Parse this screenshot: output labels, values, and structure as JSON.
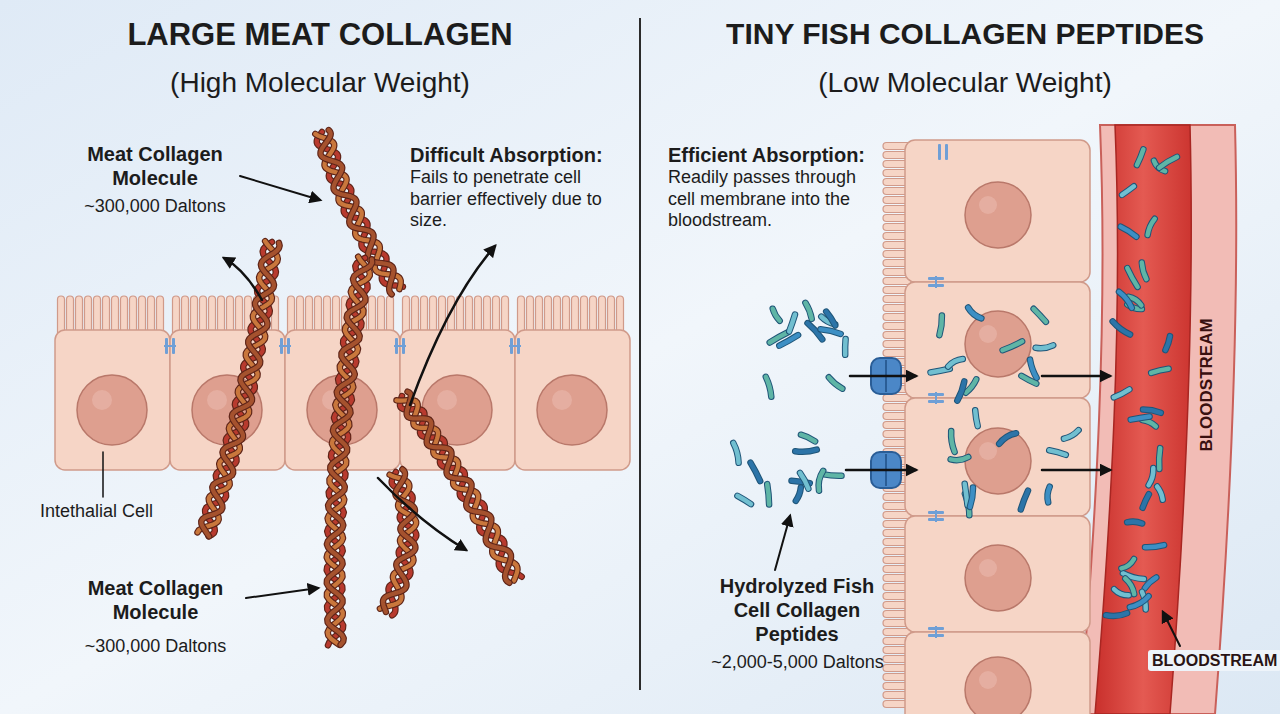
{
  "diagram": {
    "labels": [
      "LARGE MEAT COLLAGEN",
      "(High Molecular Weight)",
      "Meat Collagen Molecule",
      "~300,000 Daltons",
      "Difficult Absorption:",
      "Fails to penetrate cell barrier effectively due to size.",
      "Intethalial Cell",
      "Meat Collagen Molecule",
      "~300,000 Daltons",
      "TINY FISH COLLAGEN PEPTIDES",
      "(Low Molecular Weight)",
      "Efficient Absorption:",
      "Readily passes through cell membrane into the bloodstream.",
      "BLOODSTREAM",
      "Hydrolyzed Fish Cell Collagen Peptides",
      "~2,000-5,000 Daltons",
      "BLOODSTREAM"
    ]
  }
}
